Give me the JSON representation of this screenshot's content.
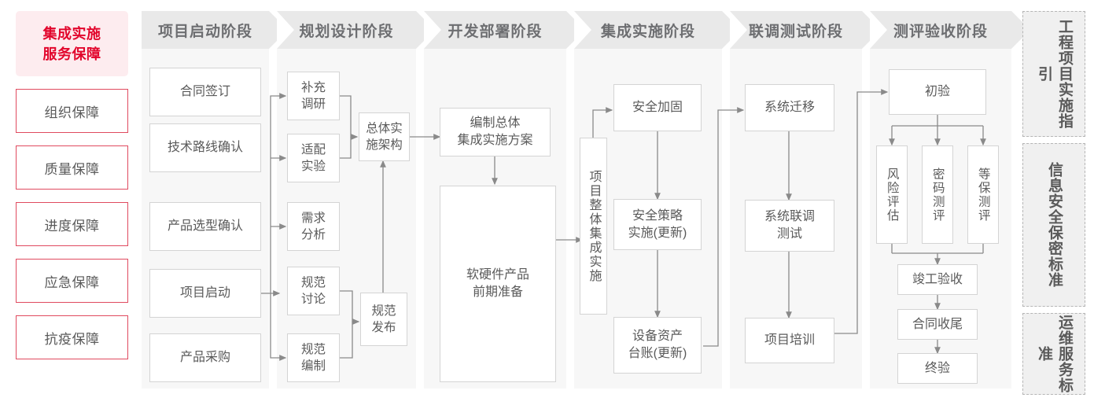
{
  "left_rail": {
    "title": "集成实施\n服务保障",
    "title_line1": "集成实施",
    "title_line2": "服务保障",
    "items": [
      {
        "label": "组织保障"
      },
      {
        "label": "质量保障"
      },
      {
        "label": "进度保障"
      },
      {
        "label": "应急保障"
      },
      {
        "label": "抗疫保障"
      }
    ]
  },
  "phases": [
    {
      "id": "startup",
      "banner": "项目启动阶段"
    },
    {
      "id": "planning",
      "banner": "规划设计阶段"
    },
    {
      "id": "development",
      "banner": "开发部署阶段"
    },
    {
      "id": "integration",
      "banner": "集成实施阶段"
    },
    {
      "id": "testing",
      "banner": "联调测试阶段"
    },
    {
      "id": "acceptance",
      "banner": "测评验收阶段"
    }
  ],
  "nodes": {
    "startup": [
      {
        "label": "合同签订"
      },
      {
        "label": "技术路线确认"
      },
      {
        "label": "产品选型确认"
      },
      {
        "label": "项目启动"
      },
      {
        "label": "产品采购"
      }
    ],
    "planning": [
      {
        "label": "补充\n调研"
      },
      {
        "label": "适配\n实验"
      },
      {
        "label": "需求\n分析"
      },
      {
        "label": "规范\n讨论"
      },
      {
        "label": "规范\n编制"
      },
      {
        "label": "总体实\n施架构"
      },
      {
        "label": "规范\n发布"
      }
    ],
    "development": [
      {
        "label": "编制总体\n集成实施方案"
      },
      {
        "label": "软硬件产品\n前期准备"
      }
    ],
    "integration": [
      {
        "label": "项目整体集成实施"
      },
      {
        "label": "安全加固"
      },
      {
        "label": "安全策略\n实施(更新)"
      },
      {
        "label": "设备资产\n台账(更新)"
      }
    ],
    "testing": [
      {
        "label": "系统迁移"
      },
      {
        "label": "系统联调\n测试"
      },
      {
        "label": "项目培训"
      }
    ],
    "acceptance": [
      {
        "label": "初验"
      },
      {
        "label": "风险评估"
      },
      {
        "label": "密码测评"
      },
      {
        "label": "等保测评"
      },
      {
        "label": "竣工验收"
      },
      {
        "label": "合同收尾"
      },
      {
        "label": "终验"
      }
    ]
  },
  "standards": [
    {
      "label": "工程项目实施指引"
    },
    {
      "label": "信息安全保密标准"
    },
    {
      "label": "运维服务标准"
    }
  ],
  "colors": {
    "brand_red": "#e2062c",
    "rail_border": "#e04a5f",
    "rail_title_bg": "#fdecef",
    "column_bg": "#f7f7f7",
    "banner_bg": "#e9e9e9",
    "banner_text": "#6d6e71",
    "node_border": "#d4d4d4",
    "node_text": "#5a5a5a",
    "connector": "#8a8a8a",
    "std_bg": "#f0f0f0",
    "std_border": "#b5b5b5"
  }
}
